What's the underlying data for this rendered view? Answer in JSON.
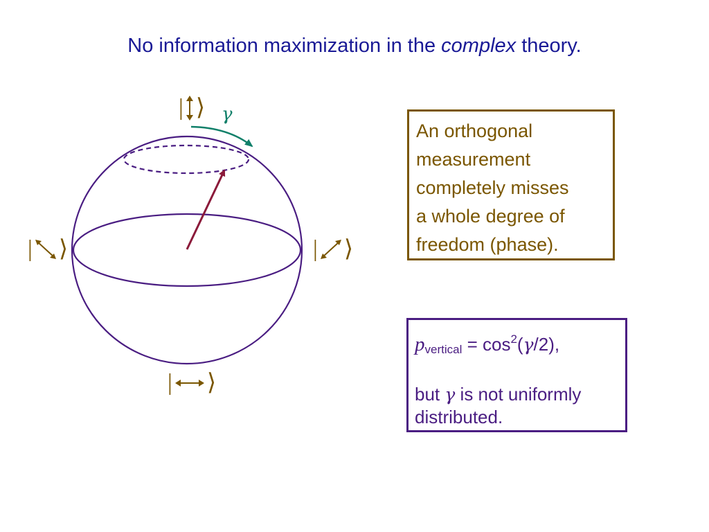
{
  "slide": {
    "title_pre": "No information maximization in the ",
    "title_italic": "complex",
    "title_post": " theory."
  },
  "diagram": {
    "colors": {
      "sphere": "#4a1d82",
      "vector": "#8b1a3a",
      "phase_arrow": "#11806a",
      "ket": "#7a5600"
    },
    "ket_bra": "|",
    "ket_angle": "⟩",
    "phase_symbol": "γ",
    "kets": [
      {
        "name": "vertical",
        "arrow": "vertical-double-arrow"
      },
      {
        "name": "antidiagonal",
        "arrow": "diagonal-down-double-arrow"
      },
      {
        "name": "diagonal",
        "arrow": "diagonal-up-double-arrow"
      },
      {
        "name": "horizontal",
        "arrow": "horizontal-double-arrow"
      }
    ]
  },
  "box1": {
    "lines": [
      "An orthogonal",
      "measurement",
      "completely misses",
      "a whole degree of",
      "freedom (phase)."
    ]
  },
  "box2": {
    "p": "p",
    "sub": "vertical",
    "eq": " = cos",
    "sup": "2",
    "paren_open": "(",
    "gamma": "γ",
    "rest": "/2),",
    "but": "but ",
    "gamma2": "γ",
    "after": " is not uniformly",
    "line3": "distributed."
  }
}
